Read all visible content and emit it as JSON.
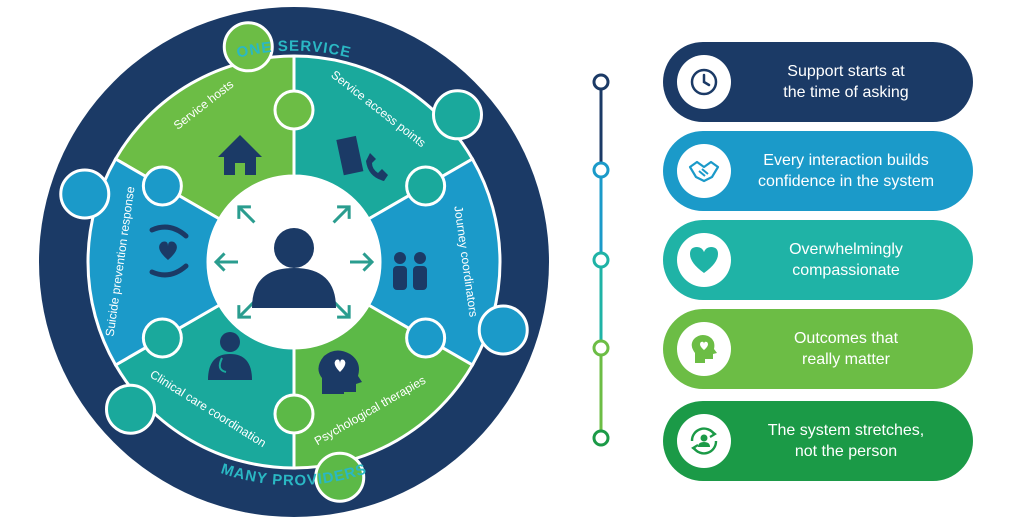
{
  "wheel": {
    "top_label": "ONE SERVICE",
    "bottom_label": "MANY PROVIDERS",
    "pieces": [
      {
        "label": "Service hosts",
        "icon": "house-icon",
        "color": "#6cbd45"
      },
      {
        "label": "Service access points",
        "icon": "door-phone-icon",
        "color": "#1aa99c"
      },
      {
        "label": "Journey coordinators",
        "icon": "people-icon",
        "color": "#1b9ac9"
      },
      {
        "label": "Psychological therapies",
        "icon": "head-heart-icon",
        "color": "#5cb947"
      },
      {
        "label": "Clinical care coordination",
        "icon": "clinician-icon",
        "color": "#1aa99c"
      },
      {
        "label": "Suicide prevention response",
        "icon": "hands-heart-icon",
        "color": "#1b9ac9"
      }
    ],
    "center_icon": "person-icon",
    "colors": {
      "ring": "#1b3a66",
      "center": "#ffffff",
      "arrows": "#2a9d8f"
    }
  },
  "principles": [
    {
      "line1": "Support starts at",
      "line2": "the time of asking",
      "icon": "clock-icon",
      "color": "#1b3a66"
    },
    {
      "line1": "Every interaction builds",
      "line2": "confidence in the system",
      "icon": "handshake-icon",
      "color": "#1b9ac9"
    },
    {
      "line1": "Overwhelmingly",
      "line2": "compassionate",
      "icon": "heart-icon",
      "color": "#1fb3a6"
    },
    {
      "line1": "Outcomes that",
      "line2": "really matter",
      "icon": "head-heart-icon",
      "color": "#6cbd45"
    },
    {
      "line1": "The system stretches,",
      "line2": "not the person",
      "icon": "person-cycle-icon",
      "color": "#1b9a47"
    }
  ]
}
